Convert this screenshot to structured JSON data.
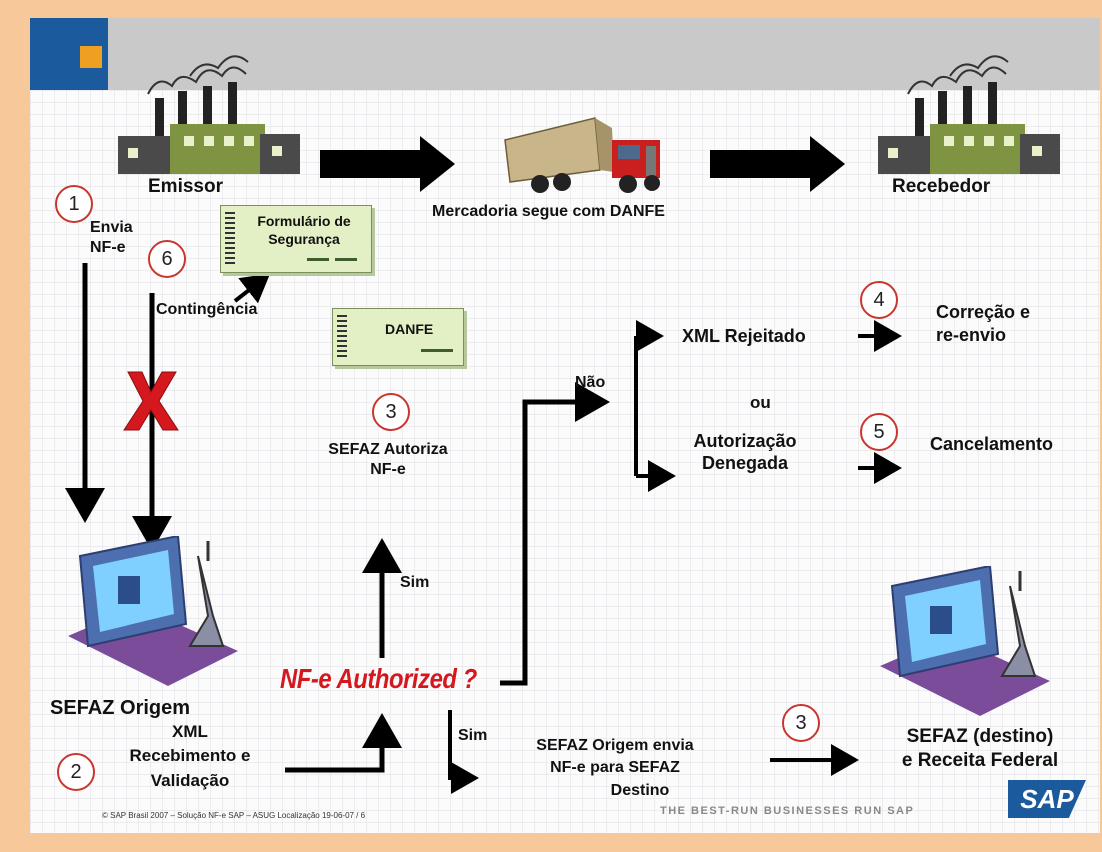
{
  "nodes": {
    "emissor": "Emissor",
    "recebedor": "Recebedor",
    "mercadoria": "Mercadoria segue com DANFE",
    "envia_1": "Envia",
    "envia_2": "NF-e",
    "formulario_1": "Formulário de",
    "formulario_2": "Segurança",
    "contingencia": "Contingência",
    "danfe": "DANFE",
    "sefaz_autoriza_1": "SEFAZ Autoriza",
    "sefaz_autoriza_2": "NF-e",
    "nao": "Não",
    "xml_rejeitado": "XML Rejeitado",
    "ou": "ou",
    "aut_denegada_1": "Autorização",
    "aut_denegada_2": "Denegada",
    "correcao_1": "Correção e",
    "correcao_2": "re-envio",
    "cancelamento": "Cancelamento",
    "sim_up": "Sim",
    "sim_down": "Sim",
    "authorized_q": "NF-e Authorized ?",
    "sefaz_origem": "SEFAZ Origem",
    "xml_1": "XML",
    "xml_2": "Recebimento e",
    "xml_3": "Validação",
    "sefaz_envia_1": "SEFAZ Origem envia",
    "sefaz_envia_2": "NF-e para SEFAZ",
    "sefaz_envia_3": "Destino",
    "sefaz_destino_1": "SEFAZ (destino)",
    "sefaz_destino_2": "e Receita Federal"
  },
  "steps": {
    "s1": "1",
    "s2": "2",
    "s3a": "3",
    "s3b": "3",
    "s4": "4",
    "s5": "5",
    "s6": "6"
  },
  "footer": {
    "note": "© SAP Brasil 2007 – Solução NF-e SAP – ASUG Localização 19-06-07 / 6",
    "tagline": "THE BEST-RUN BUSINESSES RUN SAP",
    "logo": "SAP"
  },
  "colors": {
    "accent_red": "#d4181e",
    "circle_border": "#c8372d",
    "doc_fill": "#e3f0c6",
    "header_bar": "#c9c9c9",
    "logo_blue": "#1c5a9e",
    "logo_orange": "#f0a020"
  }
}
